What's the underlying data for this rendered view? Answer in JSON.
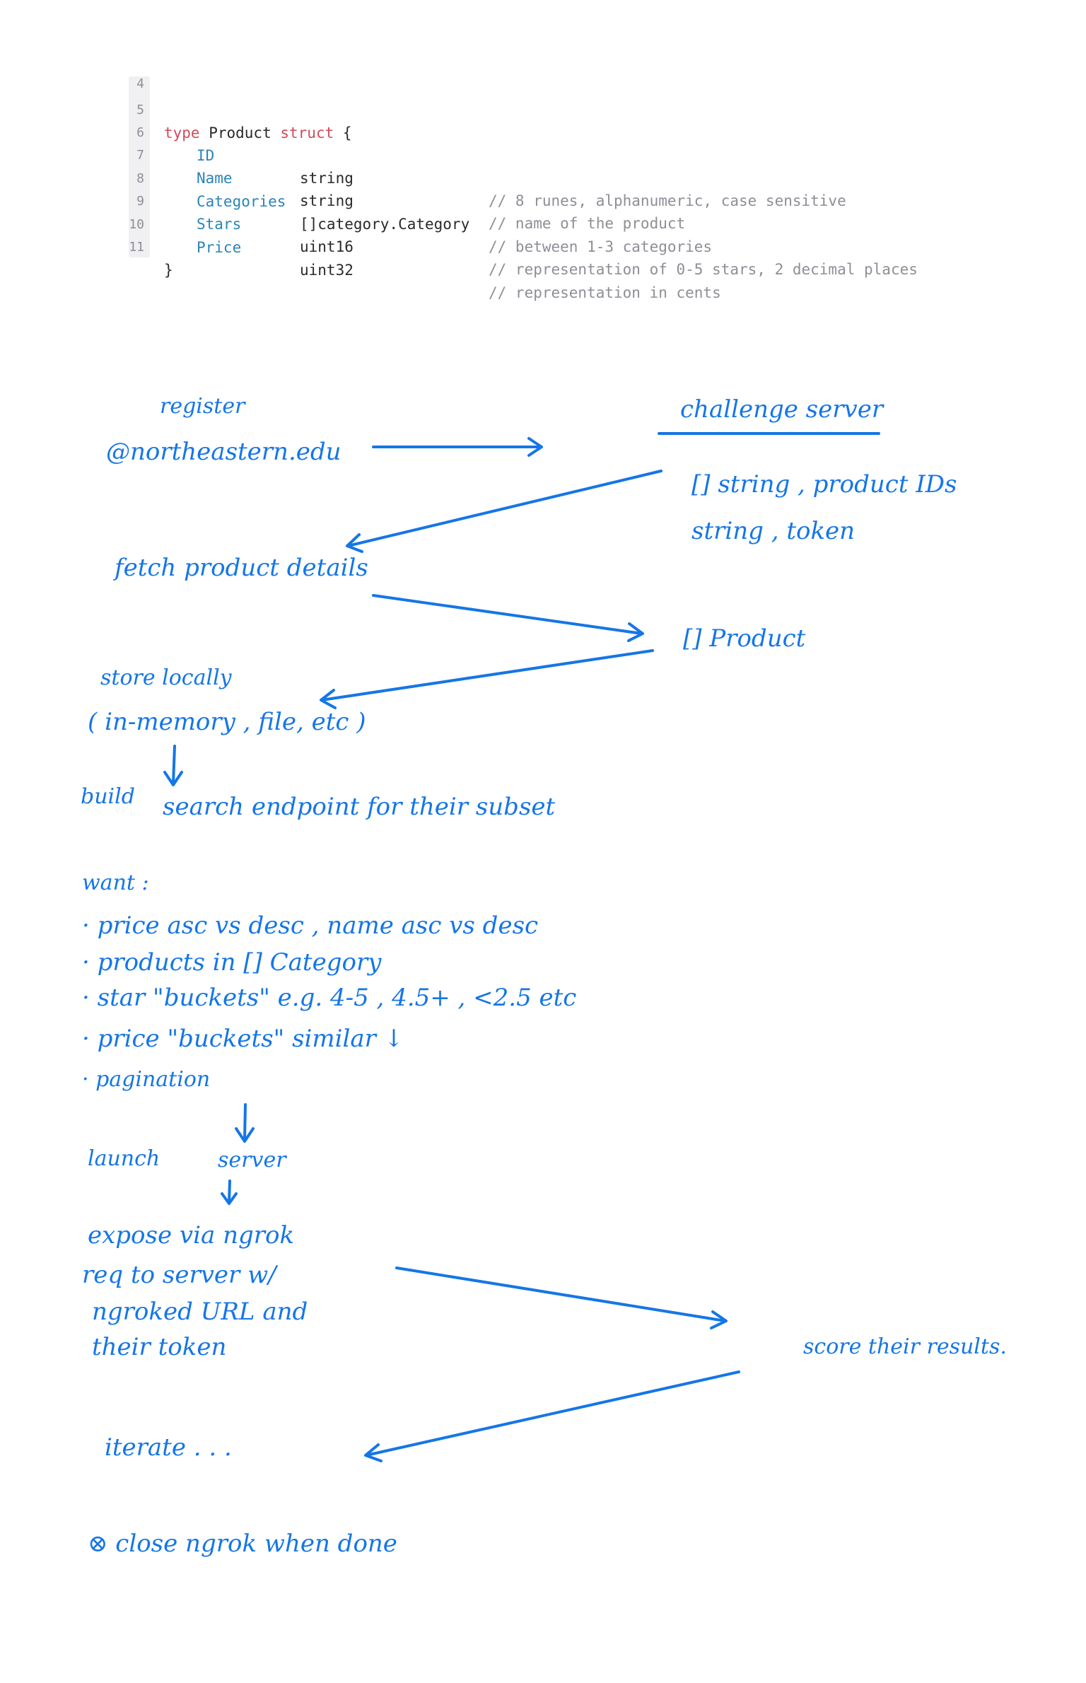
{
  "code": {
    "partial_line_number": "4",
    "lines": [
      {
        "n": "5",
        "kw1": "type",
        "name": " Product ",
        "kw2": "struct",
        "rest": " {"
      },
      {
        "n": "6",
        "field": "ID",
        "type": "string",
        "comment": "// 8 runes, alphanumeric, case sensitive"
      },
      {
        "n": "7",
        "field": "Name",
        "type": "string",
        "comment": "// name of the product"
      },
      {
        "n": "8",
        "field": "Categories",
        "type": "[]category.Category",
        "comment": "// between 1-3 categories"
      },
      {
        "n": "9",
        "field": "Stars",
        "type": "uint16",
        "comment": "// representation of 0-5 stars, 2 decimal places"
      },
      {
        "n": "10",
        "field": "Price",
        "type": "uint32",
        "comment": "// representation in cents"
      },
      {
        "n": "11",
        "close": "}"
      }
    ]
  },
  "notes": {
    "register": "register",
    "email": "@northeastern.edu",
    "challenge_server": "challenge server",
    "product_ids": "[] string , product IDs",
    "token": "string , token",
    "fetch": "fetch product details",
    "product_list": "[] Product",
    "store_locally": "store locally",
    "store_options": "( in-memory , file, etc )",
    "build": "build",
    "search_endpoint": "search endpoint for their subset",
    "want": "want :",
    "want_items": [
      "· price asc vs desc , name asc vs desc",
      "· products in [] Category",
      "· star \"buckets\" e.g. 4-5 , 4.5+ , <2.5 etc",
      "· price \"buckets\" similar ↓",
      "· pagination"
    ],
    "launch": "launch",
    "server": "server",
    "expose": "expose via ngrok",
    "req": "req to server w/",
    "ngrok_url": "ngroked URL and",
    "their_token": "their token",
    "score": "score their results.",
    "iterate": "iterate . . .",
    "close": "⊗ close ngrok when done"
  },
  "colors": {
    "ink": "#1576e6",
    "keyword": "#d14a5a",
    "field": "#2a85b8",
    "comment": "#8e8e96"
  }
}
